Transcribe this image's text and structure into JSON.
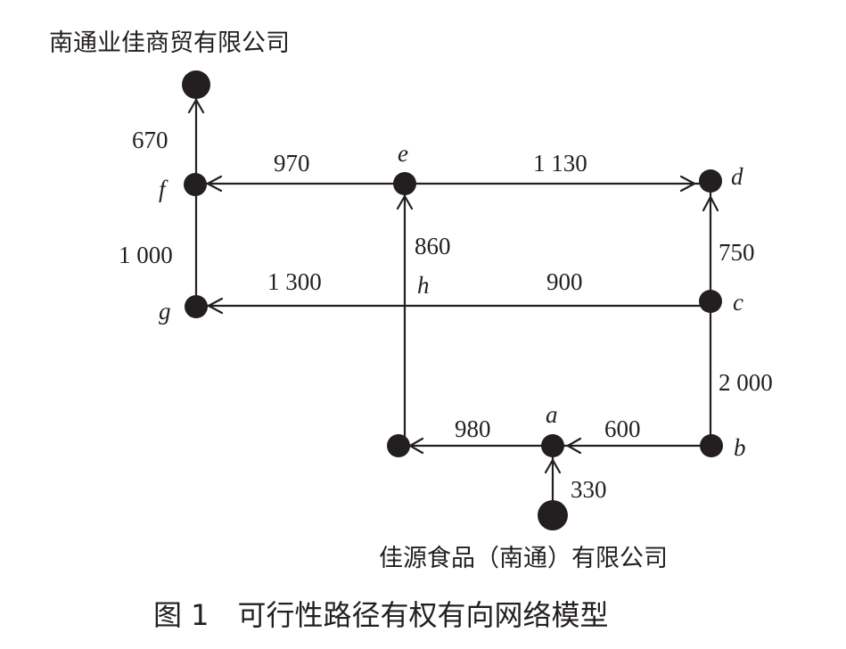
{
  "diagram": {
    "source_label": "佳源食品（南通）有限公司",
    "sink_label": "南通业佳商贸有限公司",
    "caption": "图 1　可行性路径有权有向网络模型",
    "nodes": {
      "a": "a",
      "b": "b",
      "c": "c",
      "d": "d",
      "e": "e",
      "f": "f",
      "g": "g",
      "h": "h"
    },
    "edges": [
      {
        "id": "source-a",
        "from": "source",
        "to": "a",
        "weight": "330"
      },
      {
        "id": "a-x",
        "from": "a",
        "to": "x",
        "weight": "980"
      },
      {
        "id": "b-a",
        "from": "b",
        "to": "a",
        "weight": "600"
      },
      {
        "id": "b-c",
        "from": "b",
        "to": "c",
        "weight": "2 000"
      },
      {
        "id": "c-d",
        "from": "c",
        "to": "d",
        "weight": "750"
      },
      {
        "id": "c-h",
        "from": "c",
        "to": "h",
        "weight": "900"
      },
      {
        "id": "h-g",
        "from": "h",
        "to": "g",
        "weight": "1 300"
      },
      {
        "id": "x-e",
        "from": "x",
        "to": "e",
        "weight": "860"
      },
      {
        "id": "e-d",
        "from": "e",
        "to": "d",
        "weight": "1 130"
      },
      {
        "id": "e-f",
        "from": "e",
        "to": "f",
        "weight": "970"
      },
      {
        "id": "g-f",
        "from": "g",
        "to": "f",
        "weight": "1 000"
      },
      {
        "id": "f-sink",
        "from": "f",
        "to": "sink",
        "weight": "670"
      }
    ]
  }
}
